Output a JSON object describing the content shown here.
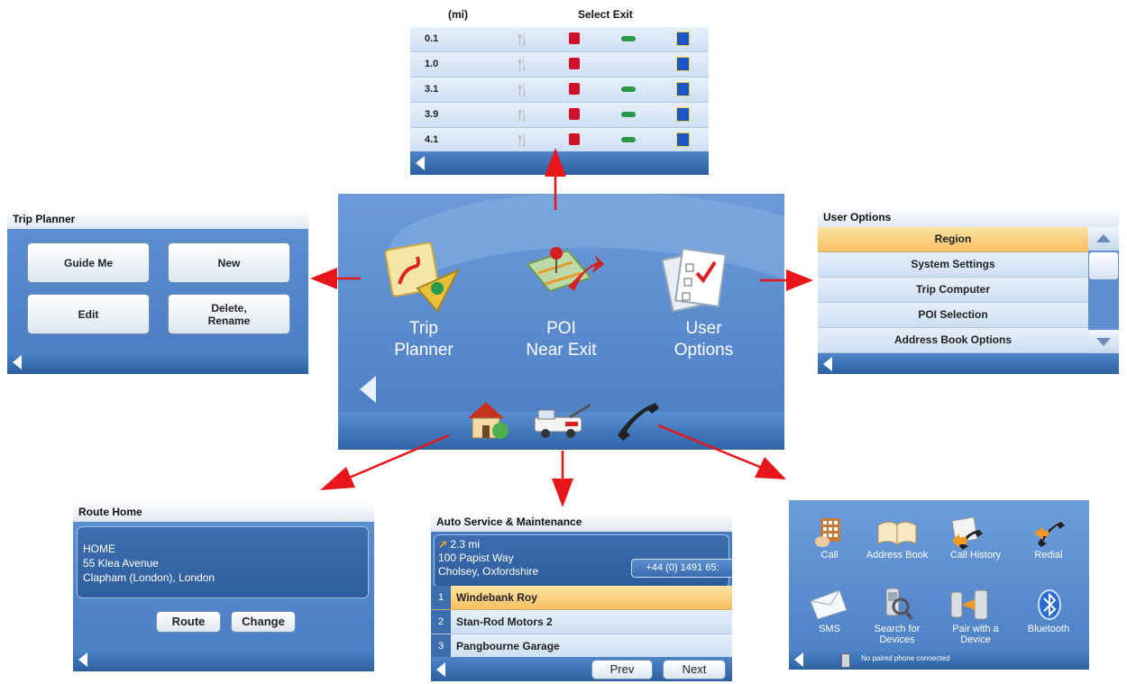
{
  "exits": {
    "col_distance": "(mi)",
    "col_title": "Select Exit",
    "rows": [
      {
        "dist": "0.1"
      },
      {
        "dist": "1.0"
      },
      {
        "dist": "3.1"
      },
      {
        "dist": "3.9"
      },
      {
        "dist": "4.1"
      }
    ]
  },
  "trip_planner": {
    "title": "Trip Planner",
    "guide_me": "Guide Me",
    "new": "New",
    "edit": "Edit",
    "delete_line1": "Delete,",
    "delete_line2": "Rename"
  },
  "main_menu": {
    "trip_line1": "Trip",
    "trip_line2": "Planner",
    "poi_line1": "POI",
    "poi_line2": "Near Exit",
    "user_line1": "User",
    "user_line2": "Options"
  },
  "user_options": {
    "title": "User Options",
    "items": [
      "Region",
      "System Settings",
      "Trip Computer",
      "POI Selection",
      "Address Book Options"
    ]
  },
  "route_home": {
    "title": "Route Home",
    "line1": "HOME",
    "line2": "55 Klea Avenue",
    "line3": "Clapham (London), London",
    "route": "Route",
    "change": "Change"
  },
  "auto_service": {
    "title": "Auto Service & Maintenance",
    "distance": "2.3 mi",
    "address1": "100 Papist Way",
    "address2": "Cholsey, Oxfordshire",
    "phone": "+44 (0) 1491 65:",
    "results": [
      {
        "num": "1",
        "name": "Windebank Roy"
      },
      {
        "num": "2",
        "name": "Stan-Rod Motors 2"
      },
      {
        "num": "3",
        "name": "Pangbourne Garage"
      }
    ],
    "prev": "Prev",
    "next": "Next"
  },
  "phone_menu": {
    "call": "Call",
    "address_book": "Address Book",
    "call_history": "Call History",
    "redial": "Redial",
    "sms": "SMS",
    "search_line1": "Search for",
    "search_line2": "Devices",
    "pair_line1": "Pair with a",
    "pair_line2": "Device",
    "bluetooth": "Bluetooth",
    "status": "No paired phone connected"
  },
  "colors": {
    "arrow": "#e8161b",
    "selected_row": "#f8c063",
    "panel_blue": "#4b7ec3"
  }
}
